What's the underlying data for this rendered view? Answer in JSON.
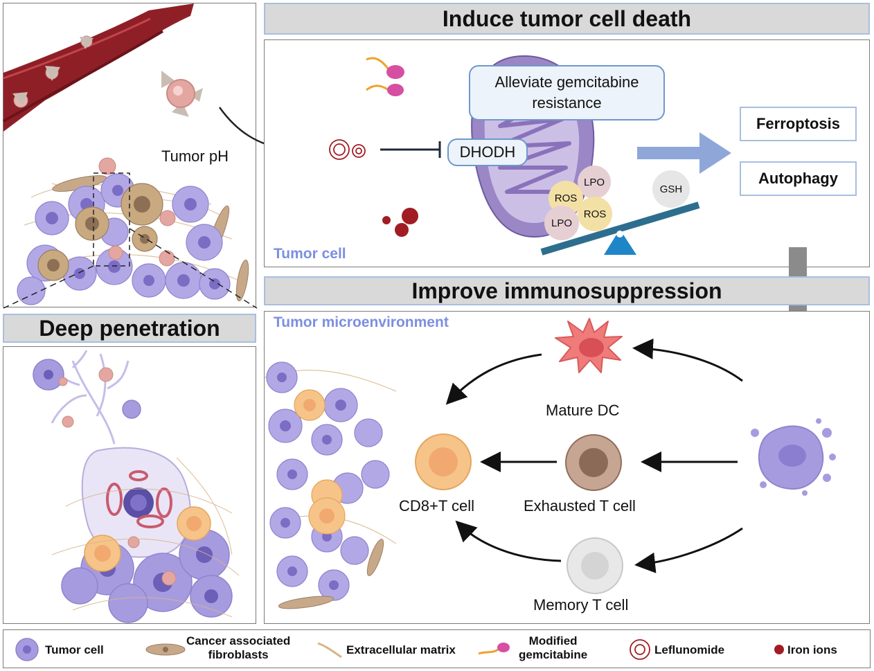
{
  "banners": {
    "induce": "Induce tumor cell death",
    "improve": "Improve immunosuppression",
    "deep": "Deep penetration"
  },
  "labels": {
    "tumor_ph": "Tumor pH",
    "tumor_cell": "Tumor cell",
    "tumor_microenvironment": "Tumor microenvironment",
    "alleviate": "Alleviate gemcitabine resistance",
    "dhodh": "DHODH",
    "ferroptosis": "Ferroptosis",
    "autophagy": "Autophagy",
    "lpo": "LPO",
    "ros": "ROS",
    "gsh": "GSH",
    "mature_dc": "Mature DC",
    "exhausted_t": "Exhausted T cell",
    "memory_t": "Memory T cell",
    "cd8_t": "CD8+T cell"
  },
  "legend": {
    "tumor_cell": "Tumor cell",
    "caf_line1": "Cancer associated",
    "caf_line2": "fibroblasts",
    "ecm": "Extracellular matrix",
    "gem_line1": "Modified",
    "gem_line2": "gemcitabine",
    "leflunomide": "Leflunomide",
    "iron": "Iron ions"
  },
  "colors": {
    "banner_fill": "#d9d9d9",
    "banner_border": "#a9bedf",
    "blue_text": "#7b8fe0",
    "tumor_purple": "#a79be0",
    "caf_brown": "#c7a98a",
    "cd8_orange": "#f6c489",
    "dc_red": "#ef7b7b",
    "iron_red": "#a11d23",
    "mito_purple": "#9b86c6",
    "seesaw_blue": "#2d6e8e"
  },
  "icons": [
    "blood-vessel-icon",
    "nanoparticle-icon",
    "tumor-tissue-icon",
    "mitochondrion-icon",
    "seesaw-icon",
    "arrow-right-icon",
    "arrow-down-icon",
    "dendritic-cell-icon",
    "t-cell-icon",
    "dying-tumor-cell-icon"
  ]
}
